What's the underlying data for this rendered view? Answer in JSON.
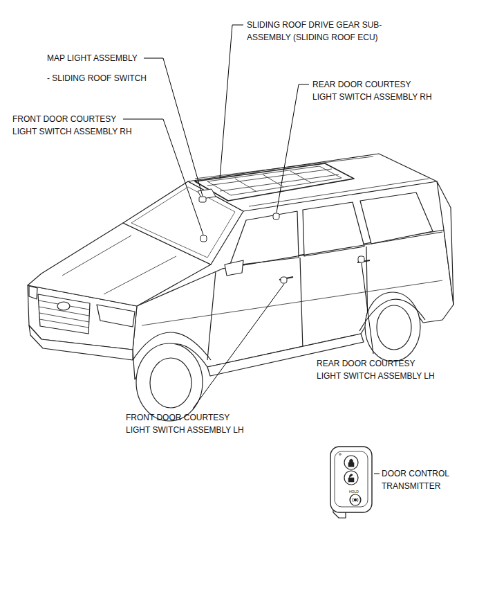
{
  "diagram": {
    "labels": [
      "SLIDING ROOF DRIVE GEAR SUB-ASSEMBLY (SLIDING ROOF ECU)",
      "MAP LIGHT ASSEMBLY",
      "- SLIDING ROOF SWITCH",
      "REAR DOOR COURTESY LIGHT SWITCH ASSEMBLY RH",
      "FRONT DOOR COURTESY LIGHT SWITCH ASSEMBLY RH",
      "REAR DOOR COURTESY LIGHT SWITCH ASSEMBLY LH",
      "FRONT DOOR COURTESY LIGHT SWITCH ASSEMBLY LH",
      "DOOR CONTROL TRANSMITTER",
      "HOLD"
    ]
  }
}
